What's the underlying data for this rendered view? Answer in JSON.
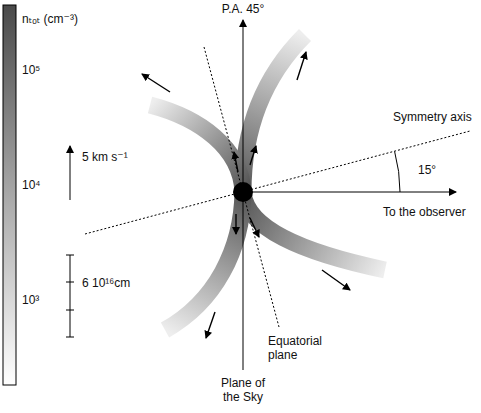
{
  "diagram": {
    "labels": [
      "nₜₒₜ (cm⁻³)",
      "10⁵",
      "10⁴",
      "10³",
      "5 km s⁻¹",
      "6 10¹⁶cm",
      "P.A. 45°",
      "Symmetry axis",
      "15°",
      "To the observer",
      "Equatorial plane",
      "Plane of the Sky"
    ]
  }
}
